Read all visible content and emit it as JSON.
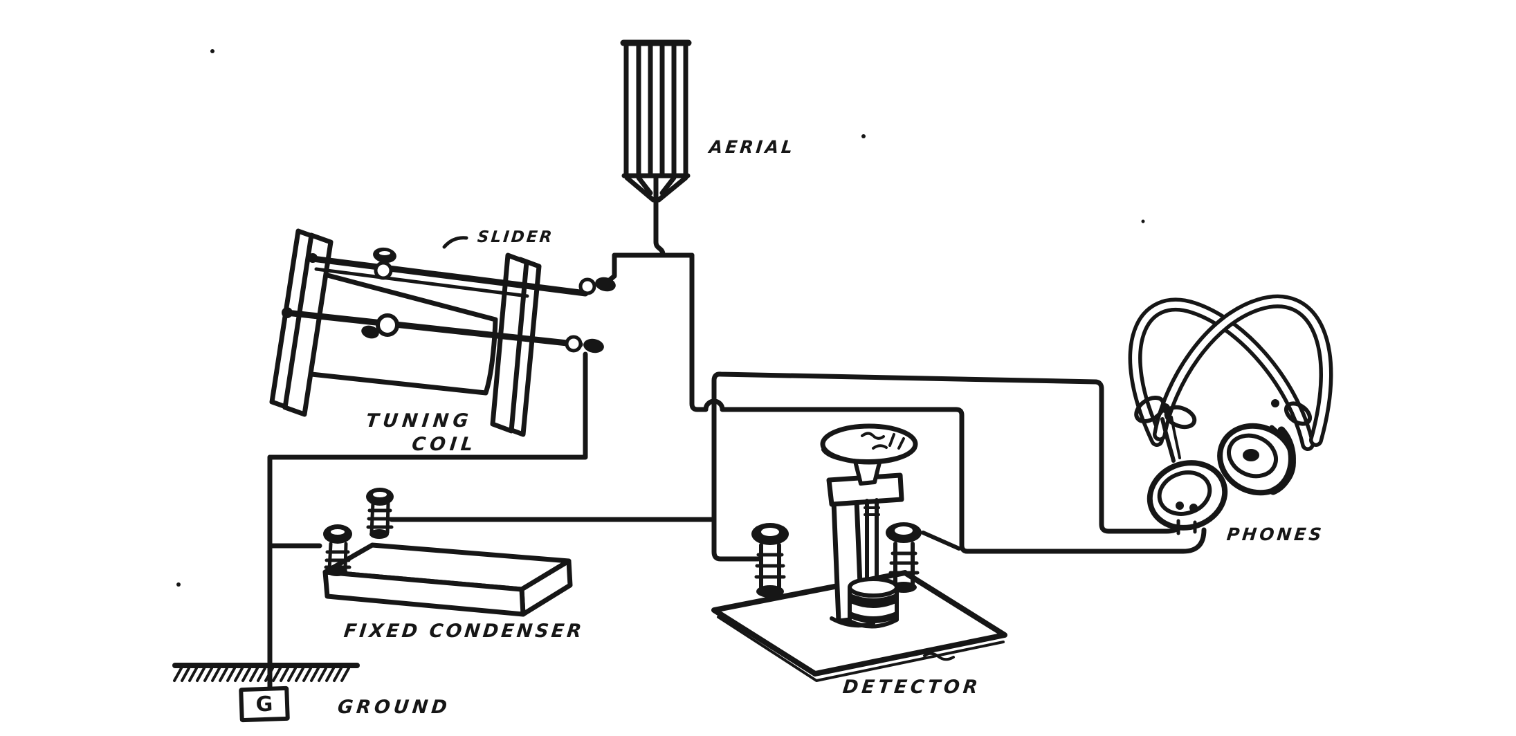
{
  "diagram": {
    "title_hint": "crystal radio receiver hook-up",
    "ink": "#161616",
    "paper": "#ffffff",
    "labels": {
      "aerial": "AERIAL",
      "slider": "SLIDER",
      "tuning_coil_line1": "TUNING",
      "tuning_coil_line2": "COIL",
      "fixed_condenser": "FIXED CONDENSER",
      "ground": "GROUND",
      "ground_terminal": "G",
      "detector": "DETECTOR",
      "phones": "PHONES"
    }
  }
}
